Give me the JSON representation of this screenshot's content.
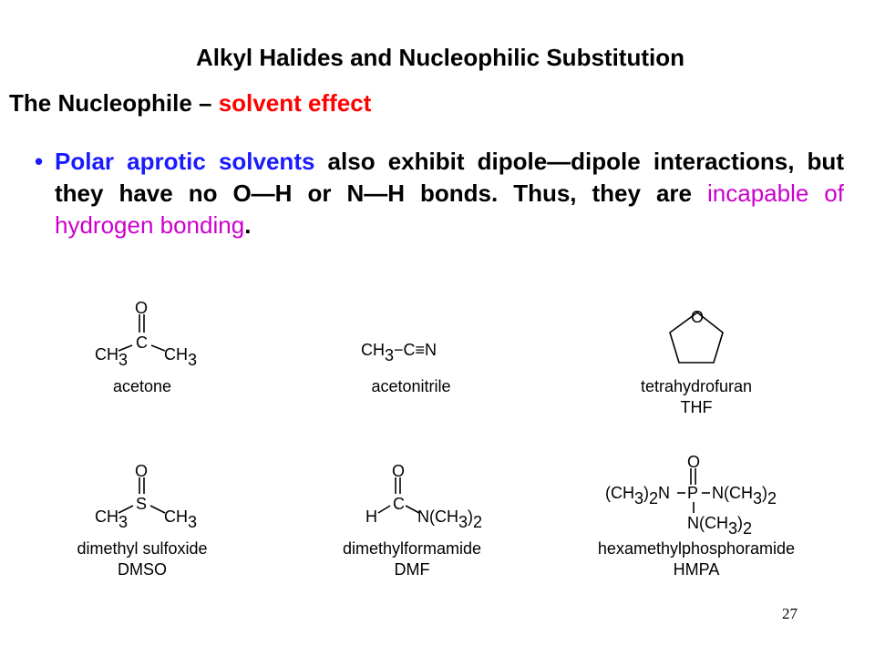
{
  "title": "Alkyl Halides and Nucleophilic Substitution",
  "subtitle": {
    "prefix": "The Nucleophile – ",
    "highlight": "solvent effect"
  },
  "bullet": {
    "marker": "•",
    "term": "Polar aprotic solvents",
    "middle": " also exhibit dipole—dipole interactions, but they have no O—H or N—H bonds. Thus, they are ",
    "highlight": "incapable of hydrogen bonding",
    "end": "."
  },
  "structures": {
    "atoms": {
      "O": "O",
      "C": "C",
      "S": "S",
      "H": "H",
      "N": "N",
      "P": "P",
      "CH": "CH",
      "sub3": "3",
      "sub2": "2",
      "NCH3": "N(CH",
      "CH3paren": "(CH",
      "paren_N": ")",
      "paren": ")"
    },
    "acetone": {
      "name": "acetone"
    },
    "acetonitrile": {
      "name": "acetonitrile",
      "rhs": "−C≡N"
    },
    "thf": {
      "name": "tetrahydrofuran",
      "abbr": "THF"
    },
    "dmso": {
      "name": "dimethyl sulfoxide",
      "abbr": "DMSO"
    },
    "dmf": {
      "name": "dimethylformamide",
      "abbr": "DMF"
    },
    "hmpa": {
      "name": "hexamethylphosphoramide",
      "abbr": "HMPA"
    }
  },
  "colors": {
    "accent_blue": "#1a1aff",
    "accent_red": "#ff0000",
    "accent_magenta": "#cc00cc"
  },
  "page_number": "27"
}
